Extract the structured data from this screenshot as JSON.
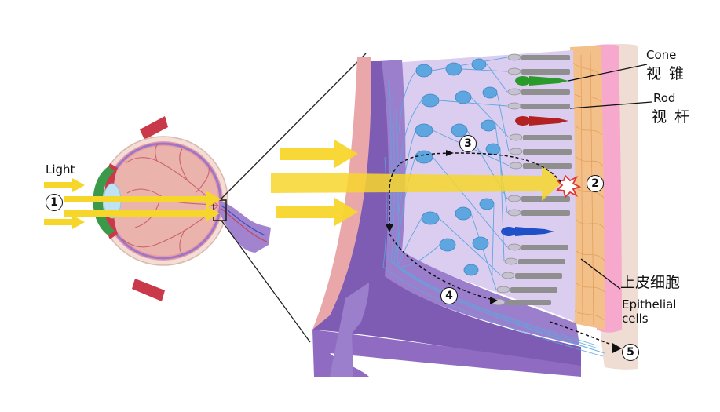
{
  "labels": {
    "light": "Light",
    "cone_en": "Cone",
    "cone_zh": "视 锥",
    "rod_en": "Rod",
    "rod_zh": "视 杆",
    "epithelial_zh": "上皮细胞",
    "epithelial_en_1": "Epithelial",
    "epithelial_en_2": "cells"
  },
  "markers": {
    "m1": "1",
    "m2": "2",
    "m3": "3",
    "m4": "4",
    "m5": "5"
  },
  "colors": {
    "light": "#f7d62c",
    "sclera": "#f1cfc9",
    "choroid": "#e4889a",
    "retina_purple": "#8e6bbf",
    "vitreous": "#eeb7b0",
    "nerve_layer": "#d9c8ef",
    "neuron": "#5ea6e0",
    "photoreceptor": "#8f8f8f",
    "cone_green": "#2a9a2a",
    "cone_red": "#b22222",
    "cone_blue": "#2050c8",
    "epithelium": "#f4c08a",
    "back_pink": "#f5a3c9"
  }
}
